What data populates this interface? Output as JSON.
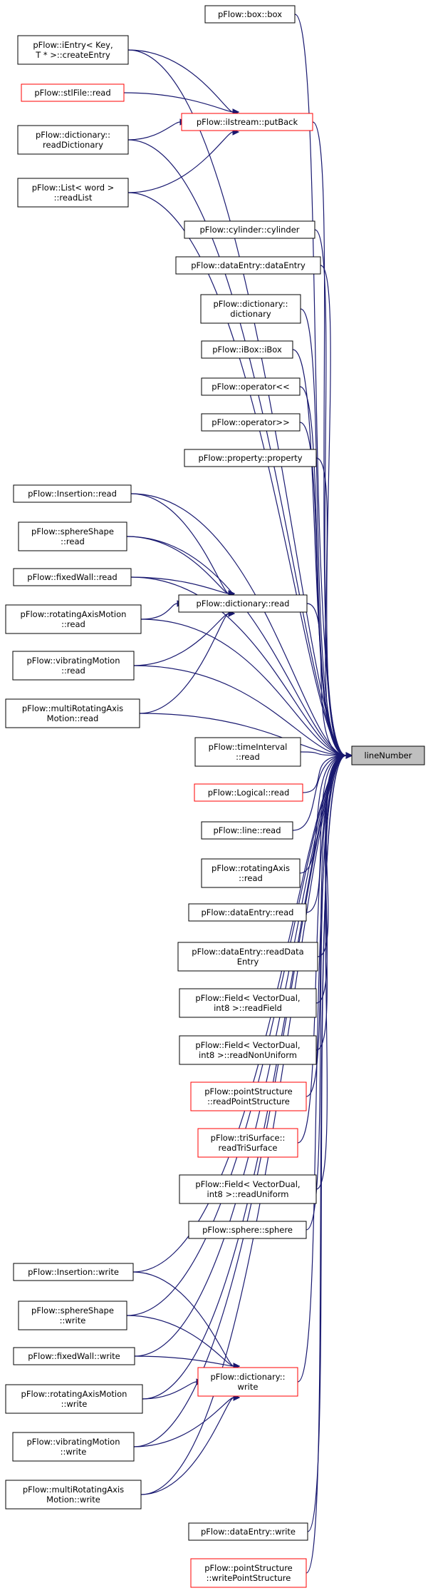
{
  "target": {
    "id": "lineNumber",
    "lines": [
      "lineNumber"
    ]
  },
  "putBack": {
    "id": "putBack",
    "lines": [
      "pFlow::iIstream::putBack"
    ],
    "red": true,
    "sources": [
      "createEntry",
      "stlFile_read",
      "readDictionary",
      "readList"
    ]
  },
  "dictRead": {
    "id": "dictRead",
    "lines": [
      "pFlow::dictionary::read"
    ],
    "red": false,
    "sources": [
      "ins_read",
      "ss_read",
      "fw_read",
      "ram_read",
      "vm_read",
      "mram_read"
    ]
  },
  "dictWrite": {
    "id": "dictWrite",
    "lines": [
      "pFlow::dictionary::",
      "write"
    ],
    "red": true,
    "sources": [
      "ins_write",
      "ss_write",
      "fw_write",
      "ram_write",
      "vm_write",
      "mram_write"
    ]
  },
  "nodes": [
    {
      "id": "box",
      "lines": [
        "pFlow::box::box"
      ]
    },
    {
      "id": "createEntry",
      "lines": [
        "pFlow::iEntry< Key,",
        "T * >::createEntry"
      ]
    },
    {
      "id": "stlFile_read",
      "lines": [
        "pFlow::stlFile::read"
      ],
      "red": true
    },
    {
      "id": "readDictionary",
      "lines": [
        "pFlow::dictionary::",
        "readDictionary"
      ]
    },
    {
      "id": "readList",
      "lines": [
        "pFlow::List< word >",
        "::readList"
      ]
    },
    {
      "id": "cylinder",
      "lines": [
        "pFlow::cylinder::cylinder"
      ]
    },
    {
      "id": "dataEntry_ctor",
      "lines": [
        "pFlow::dataEntry::dataEntry"
      ]
    },
    {
      "id": "dictionary_ctor",
      "lines": [
        "pFlow::dictionary::",
        "dictionary"
      ]
    },
    {
      "id": "iBox",
      "lines": [
        "pFlow::iBox::iBox"
      ]
    },
    {
      "id": "op_out",
      "lines": [
        "pFlow::operator<<"
      ]
    },
    {
      "id": "op_in",
      "lines": [
        "pFlow::operator>>"
      ]
    },
    {
      "id": "property",
      "lines": [
        "pFlow::property::property"
      ]
    },
    {
      "id": "ins_read",
      "lines": [
        "pFlow::Insertion::read"
      ]
    },
    {
      "id": "ss_read",
      "lines": [
        "pFlow::sphereShape",
        "::read"
      ]
    },
    {
      "id": "fw_read",
      "lines": [
        "pFlow::fixedWall::read"
      ]
    },
    {
      "id": "ram_read",
      "lines": [
        "pFlow::rotatingAxisMotion",
        "::read"
      ]
    },
    {
      "id": "vm_read",
      "lines": [
        "pFlow::vibratingMotion",
        "::read"
      ]
    },
    {
      "id": "mram_read",
      "lines": [
        "pFlow::multiRotatingAxis",
        "Motion::read"
      ]
    },
    {
      "id": "timeInterval",
      "lines": [
        "pFlow::timeInterval",
        "::read"
      ]
    },
    {
      "id": "logical",
      "lines": [
        "pFlow::Logical::read"
      ],
      "red": true
    },
    {
      "id": "line_read",
      "lines": [
        "pFlow::line::read"
      ]
    },
    {
      "id": "rotatingAxis",
      "lines": [
        "pFlow::rotatingAxis",
        "::read"
      ]
    },
    {
      "id": "dataEntry_read",
      "lines": [
        "pFlow::dataEntry::read"
      ]
    },
    {
      "id": "readDataEntry",
      "lines": [
        "pFlow::dataEntry::readData",
        "Entry"
      ]
    },
    {
      "id": "readField",
      "lines": [
        "pFlow::Field< VectorDual,",
        "int8 >::readField"
      ]
    },
    {
      "id": "readNonUniform",
      "lines": [
        "pFlow::Field< VectorDual,",
        "int8 >::readNonUniform"
      ]
    },
    {
      "id": "readPointStructure",
      "lines": [
        "pFlow::pointStructure",
        "::readPointStructure"
      ],
      "red": true
    },
    {
      "id": "readTriSurface",
      "lines": [
        "pFlow::triSurface::",
        "readTriSurface"
      ],
      "red": true
    },
    {
      "id": "readUniform",
      "lines": [
        "pFlow::Field< VectorDual,",
        "int8 >::readUniform"
      ]
    },
    {
      "id": "sphere",
      "lines": [
        "pFlow::sphere::sphere"
      ]
    },
    {
      "id": "ins_write",
      "lines": [
        "pFlow::Insertion::write"
      ]
    },
    {
      "id": "ss_write",
      "lines": [
        "pFlow::sphereShape",
        "::write"
      ]
    },
    {
      "id": "fw_write",
      "lines": [
        "pFlow::fixedWall::write"
      ]
    },
    {
      "id": "ram_write",
      "lines": [
        "pFlow::rotatingAxisMotion",
        "::write"
      ]
    },
    {
      "id": "vm_write",
      "lines": [
        "pFlow::vibratingMotion",
        "::write"
      ]
    },
    {
      "id": "mram_write",
      "lines": [
        "pFlow::multiRotatingAxis",
        "Motion::write"
      ]
    },
    {
      "id": "dataEntry_write",
      "lines": [
        "pFlow::dataEntry::write"
      ]
    },
    {
      "id": "writePointStructure",
      "lines": [
        "pFlow::pointStructure",
        "::writePointStructure"
      ],
      "red": true
    }
  ],
  "colors": {
    "edge": "#191970",
    "target_fill": "#bfbfbf",
    "highlight_border": "#ff0000"
  }
}
